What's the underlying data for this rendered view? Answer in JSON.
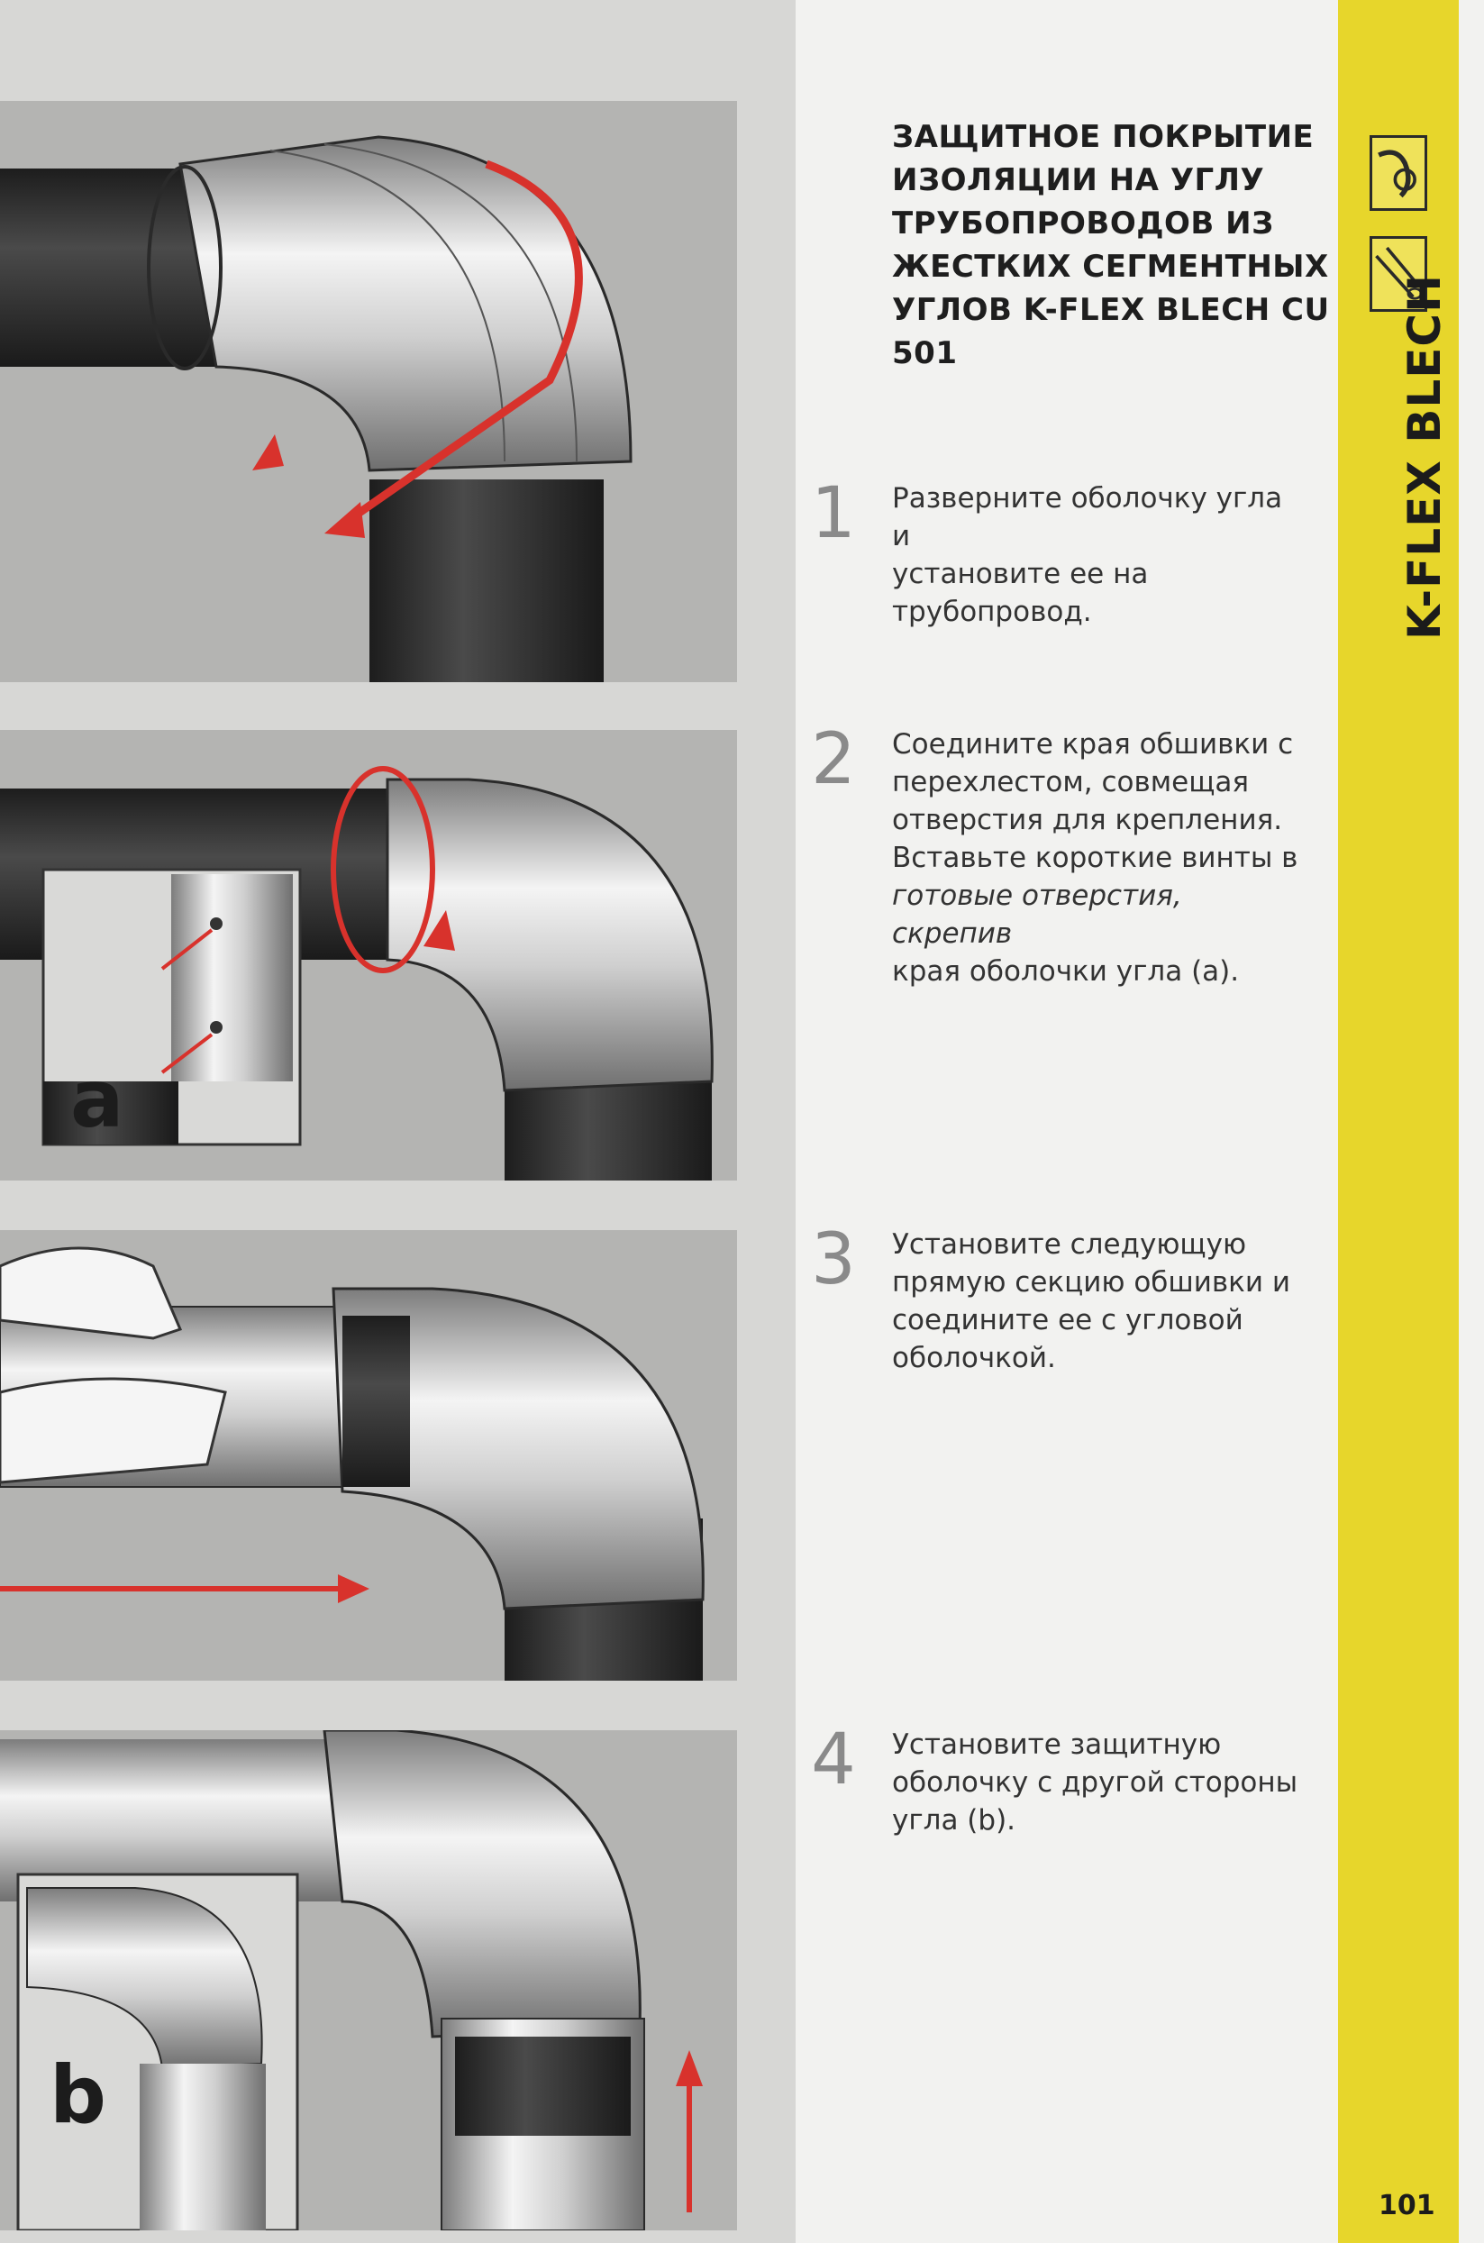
{
  "title": "ЗАЩИТНОЕ ПОКРЫТИЕ\nИЗОЛЯЦИИ  НА УГЛУ\nТРУБОПРОВОДОВ ИЗ\nЖЕСТКИХ СЕГМЕНТНЫХ\nУГЛОВ K-FLEX BLECH CU 501",
  "steps": [
    {
      "number": "1",
      "text": "Разверните оболочку угла и\nустановите ее на трубопровод."
    },
    {
      "number": "2",
      "text_normal": "Соедините края обшивки с\nперехлестом, совмещая\nотверстия для крепления.\nВставьте короткие винты в\n",
      "text_italic": "готовые отверстия, скрепив\n",
      "text_end": "края оболочки угла (а)."
    },
    {
      "number": "3",
      "text": "Установите следующую\nпрямую секцию обшивки и\nсоедините ее с угловой\nоболочкой."
    },
    {
      "number": "4",
      "text": "Установите защитную\nоболочку с другой стороны\nугла (b)."
    }
  ],
  "insets": {
    "a": "a",
    "b": "b"
  },
  "sidebar": {
    "label": "K-FLEX BLECH",
    "icons": [
      "pipe-elbow-icon",
      "pipe-tube-icon"
    ]
  },
  "page_number": "101",
  "colors": {
    "sidebar": "#e7d62b",
    "arrow": "#d8322c",
    "panel": "#b4b4b2",
    "pipe_dark": "#2e2e2e"
  }
}
